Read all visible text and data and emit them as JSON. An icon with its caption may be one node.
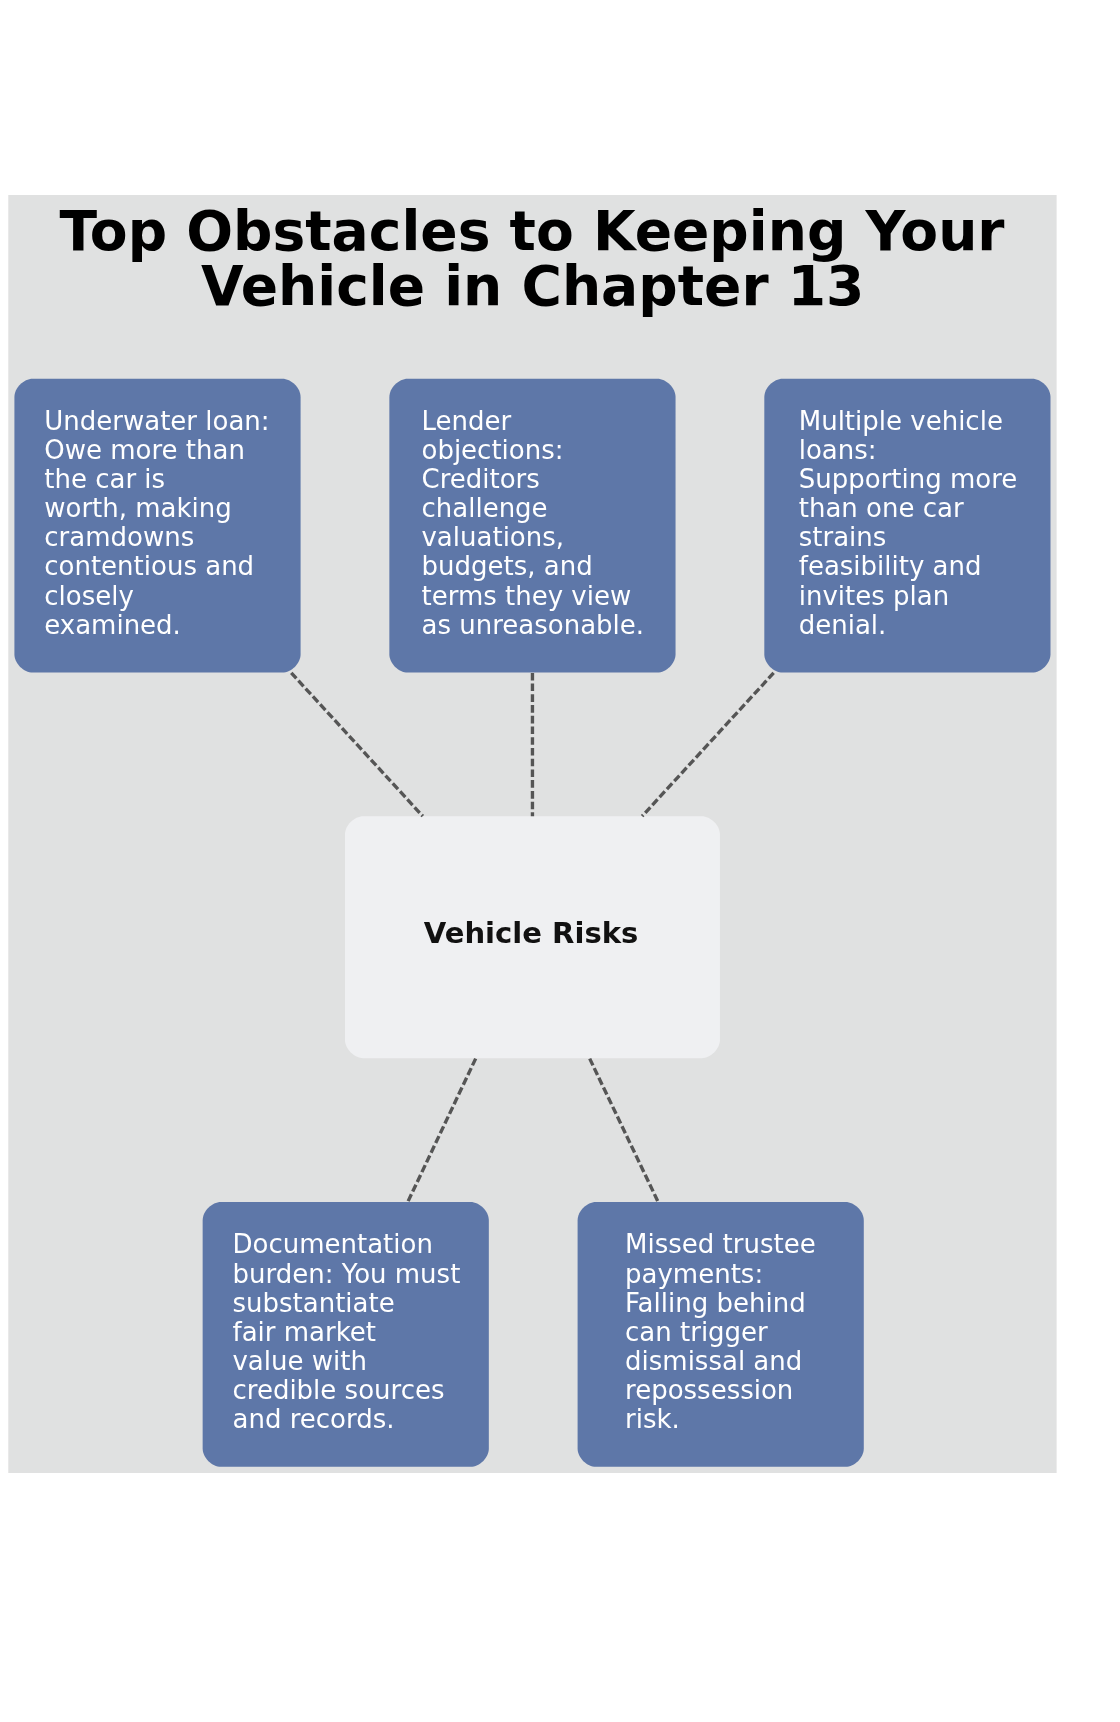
{
  "diagram": {
    "title": "Top Obstacles to Keeping Your Vehicle in Chapter 13",
    "nodes": [
      {
        "text": [
          "Underwater loan: Owe more than the car is worth, making cramdowns contentious and closely examined."
        ]
      },
      {
        "text": [
          "Lender objections: Creditors challenge valuations, budgets, and terms they view as unreasonable."
        ]
      },
      {
        "text": [
          "Multiple vehicle loans: Supporting more than one car strains feasibility and invites plan denial."
        ]
      },
      {
        "text": [
          "Vehicle Risks"
        ]
      },
      {
        "text": [
          "Documentation burden: You must substantiate fair market value with credible sources and records."
        ]
      },
      {
        "text": [
          "Missed trustee payments: Falling behind can trigger dismissal and repossession risk."
        ]
      }
    ],
    "edges": [
      {
        "from": 0,
        "to": 3,
        "arrow": "none",
        "style": "dashed"
      },
      {
        "from": 1,
        "to": 3,
        "arrow": "none",
        "style": "dashed"
      },
      {
        "from": 2,
        "to": 3,
        "arrow": "none",
        "style": "dashed"
      },
      {
        "from": 3,
        "to": 4,
        "arrow": "none",
        "style": "dashed"
      },
      {
        "from": 3,
        "to": 5,
        "arrow": "none",
        "style": "dashed"
      }
    ]
  }
}
